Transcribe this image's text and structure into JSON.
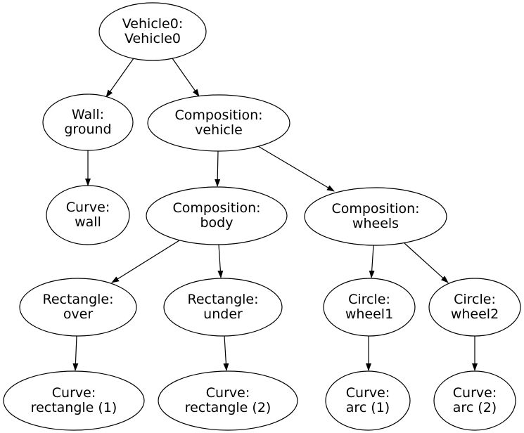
{
  "diagram": {
    "type": "tree-graph",
    "background_color": "#ffffff",
    "node_fill": "#ffffff",
    "node_stroke": "#000000",
    "edge_color": "#000000",
    "text_color": "#000000",
    "nodes": [
      {
        "id": "vehicle0",
        "line1": "Vehicle0:",
        "line2": "Vehicle0"
      },
      {
        "id": "wall-ground",
        "line1": "Wall:",
        "line2": "ground"
      },
      {
        "id": "composition-vehicle",
        "line1": "Composition:",
        "line2": "vehicle"
      },
      {
        "id": "curve-wall",
        "line1": "Curve:",
        "line2": "wall"
      },
      {
        "id": "composition-body",
        "line1": "Composition:",
        "line2": "body"
      },
      {
        "id": "composition-wheels",
        "line1": "Composition:",
        "line2": "wheels"
      },
      {
        "id": "rectangle-over",
        "line1": "Rectangle:",
        "line2": "over"
      },
      {
        "id": "rectangle-under",
        "line1": "Rectangle:",
        "line2": "under"
      },
      {
        "id": "circle-wheel1",
        "line1": "Circle:",
        "line2": "wheel1"
      },
      {
        "id": "circle-wheel2",
        "line1": "Circle:",
        "line2": "wheel2"
      },
      {
        "id": "curve-rectangle-1",
        "line1": "Curve:",
        "line2": "rectangle (1)"
      },
      {
        "id": "curve-rectangle-2",
        "line1": "Curve:",
        "line2": "rectangle (2)"
      },
      {
        "id": "curve-arc-1",
        "line1": "Curve:",
        "line2": "arc (1)"
      },
      {
        "id": "curve-arc-2",
        "line1": "Curve:",
        "line2": "arc (2)"
      }
    ],
    "edges": [
      {
        "from": "vehicle0",
        "to": "wall-ground"
      },
      {
        "from": "vehicle0",
        "to": "composition-vehicle"
      },
      {
        "from": "wall-ground",
        "to": "curve-wall"
      },
      {
        "from": "composition-vehicle",
        "to": "composition-body"
      },
      {
        "from": "composition-vehicle",
        "to": "composition-wheels"
      },
      {
        "from": "composition-body",
        "to": "rectangle-over"
      },
      {
        "from": "composition-body",
        "to": "rectangle-under"
      },
      {
        "from": "composition-wheels",
        "to": "circle-wheel1"
      },
      {
        "from": "composition-wheels",
        "to": "circle-wheel2"
      },
      {
        "from": "rectangle-over",
        "to": "curve-rectangle-1"
      },
      {
        "from": "rectangle-under",
        "to": "curve-rectangle-2"
      },
      {
        "from": "circle-wheel1",
        "to": "curve-arc-1"
      },
      {
        "from": "circle-wheel2",
        "to": "curve-arc-2"
      }
    ]
  }
}
